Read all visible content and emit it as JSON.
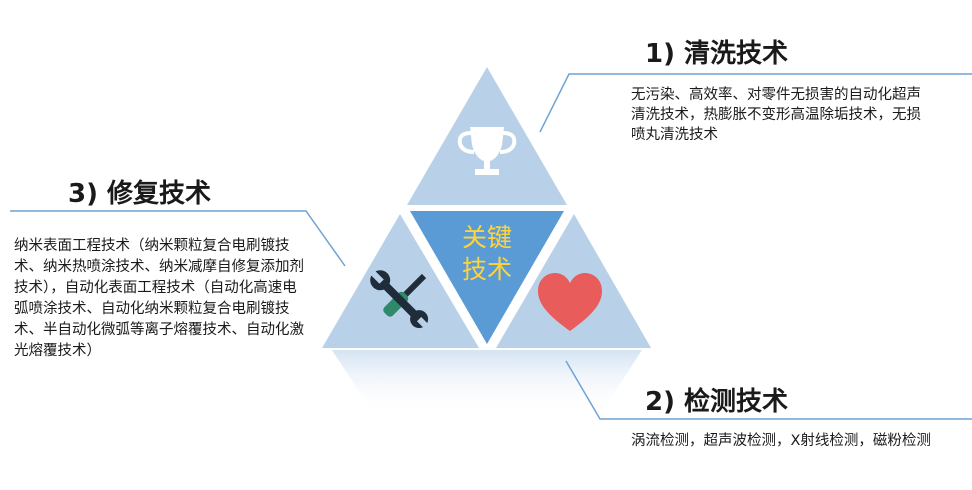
{
  "center": {
    "line1": "关键",
    "line2": "技术"
  },
  "sections": {
    "cleaning": {
      "title": "1) 清洗技术",
      "description": "无污染、高效率、对零件无损害的自动化超声清洗技术，热膨胀不变形高温除垢技术，无损喷丸清洗技术",
      "icon": "trophy-icon"
    },
    "inspection": {
      "title": "2) 检测技术",
      "description": "涡流检测，超声波检测，X射线检测，磁粉检测",
      "icon": "heart-icon"
    },
    "repair": {
      "title": "3) 修复技术",
      "description": "纳米表面工程技术（纳米颗粒复合电刷镀技术、纳米热喷涂技术、纳米减摩自修复添加剂技术），自动化表面工程技术（自动化高速电弧喷涂技术、自动化纳米颗粒复合电刷镀技术、半自动化微弧等离子熔覆技术、自动化激光熔覆技术）",
      "icon": "wrench-screwdriver-icon"
    }
  },
  "colors": {
    "outer_triangle": "#b9d1e8",
    "center_triangle": "#5b9bd5",
    "center_text": "#ffd43b",
    "connector": "#6fa3d3",
    "heart": "#e85c5c"
  }
}
